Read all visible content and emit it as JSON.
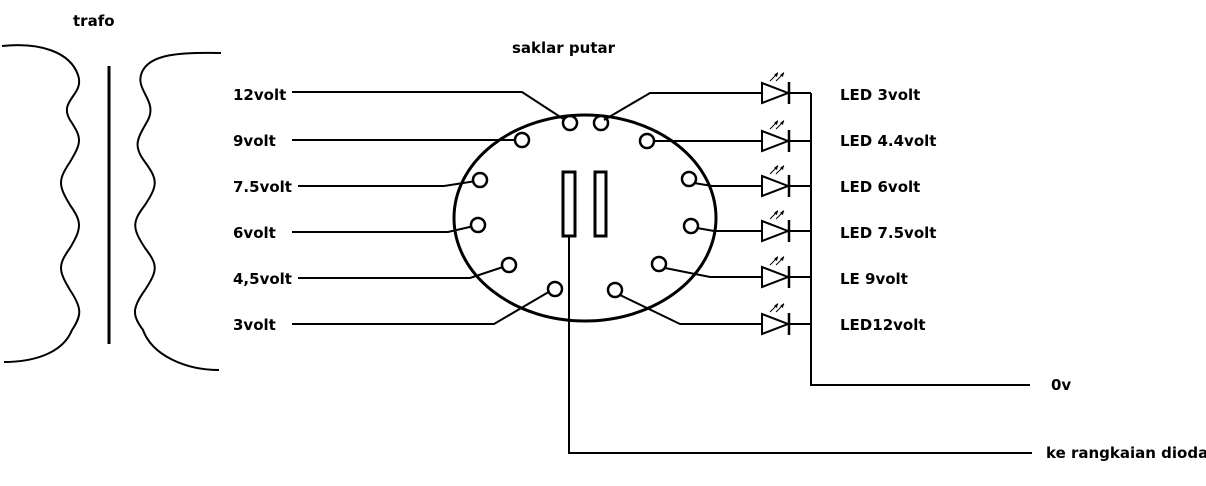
{
  "transformer": {
    "label": "trafo"
  },
  "switch": {
    "label": "saklar putar"
  },
  "inputs": [
    {
      "label": "12volt"
    },
    {
      "label": "9volt"
    },
    {
      "label": "7.5volt"
    },
    {
      "label": "6volt"
    },
    {
      "label": "4,5volt"
    },
    {
      "label": "3volt"
    }
  ],
  "outputs": [
    {
      "label": "LED 3volt"
    },
    {
      "label": "LED 4.4volt"
    },
    {
      "label": "LED 6volt"
    },
    {
      "label": "LED 7.5volt"
    },
    {
      "label": "LE 9volt"
    },
    {
      "label": "LED12volt"
    }
  ],
  "ground": {
    "label": "0v"
  },
  "common_out": {
    "label": "ke rangkaian dioda"
  }
}
